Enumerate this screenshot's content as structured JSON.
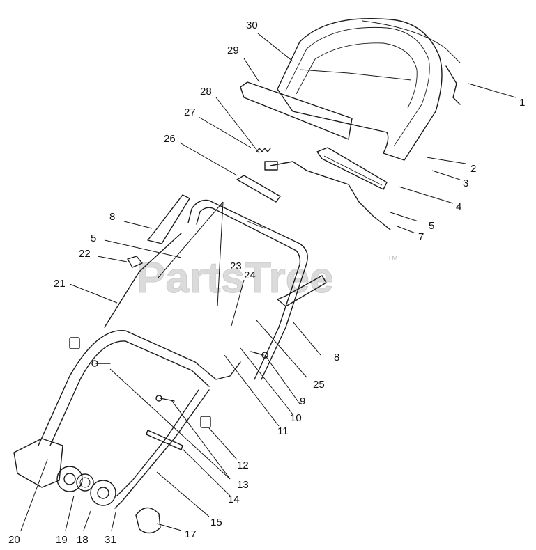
{
  "watermark": {
    "brand": "PartsTree",
    "trademark": "TM"
  },
  "callouts": {
    "c1": "1",
    "c2": "2",
    "c3": "3",
    "c4": "4",
    "c5a": "5",
    "c5b": "5",
    "c7": "7",
    "c8a": "8",
    "c8b": "8",
    "c9": "9",
    "c10": "10",
    "c11": "11",
    "c12": "12",
    "c13": "13",
    "c14": "14",
    "c15": "15",
    "c17": "17",
    "c18": "18",
    "c19": "19",
    "c20": "20",
    "c21": "21",
    "c22": "22",
    "c23": "23",
    "c24": "24",
    "c25": "25",
    "c26": "26",
    "c27": "27",
    "c28": "28",
    "c29": "29",
    "c30": "30",
    "c31": "31"
  }
}
